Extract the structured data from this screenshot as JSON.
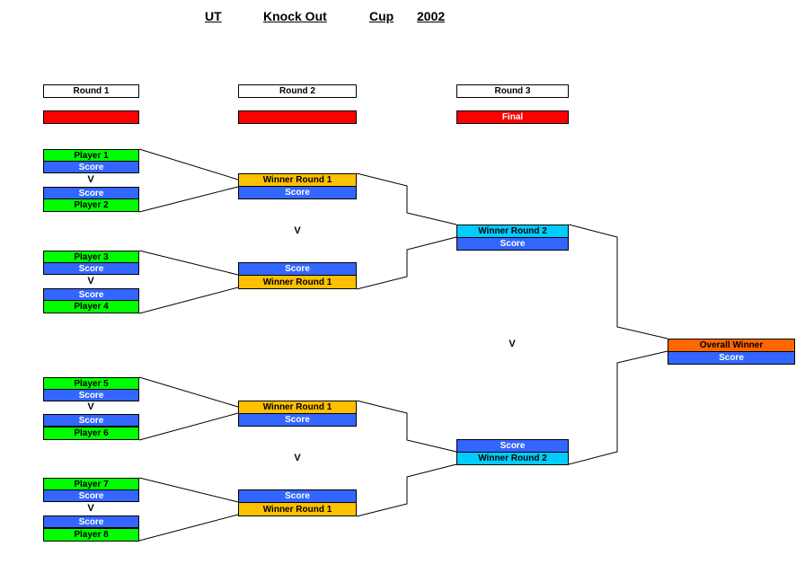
{
  "title": {
    "part1": "UT",
    "part2": "Knock Out",
    "part3": "Cup",
    "part4": "2002"
  },
  "rounds": {
    "round1": "Round 1",
    "round2": "Round 2",
    "round3": "Round 3",
    "final": "Final"
  },
  "vs": "V",
  "round1": {
    "m1": {
      "p1": "Player 1",
      "s1": "Score",
      "s2": "Score",
      "p2": "Player 2"
    },
    "m2": {
      "p1": "Player 3",
      "s1": "Score",
      "s2": "Score",
      "p2": "Player 4"
    },
    "m3": {
      "p1": "Player 5",
      "s1": "Score",
      "s2": "Score",
      "p2": "Player 6"
    },
    "m4": {
      "p1": "Player 7",
      "s1": "Score",
      "s2": "Score",
      "p2": "Player 8"
    }
  },
  "round2": {
    "w1": {
      "name": "Winner Round 1",
      "score": "Score"
    },
    "w2": {
      "score": "Score",
      "name": "Winner Round 1"
    },
    "w3": {
      "name": "Winner Round 1",
      "score": "Score"
    },
    "w4": {
      "score": "Score",
      "name": "Winner Round 1"
    }
  },
  "round3": {
    "w1": {
      "name": "Winner Round 2",
      "score": "Score"
    },
    "w2": {
      "score": "Score",
      "name": "Winner Round 2"
    }
  },
  "final": {
    "name": "Overall Winner",
    "score": "Score"
  },
  "colors": {
    "player": "#00ff00",
    "score": "#3366ff",
    "winner_round_1": "#ffc000",
    "winner_round_2": "#00ccff",
    "overall_winner": "#ff6600",
    "round_bar": "#ff0000"
  }
}
